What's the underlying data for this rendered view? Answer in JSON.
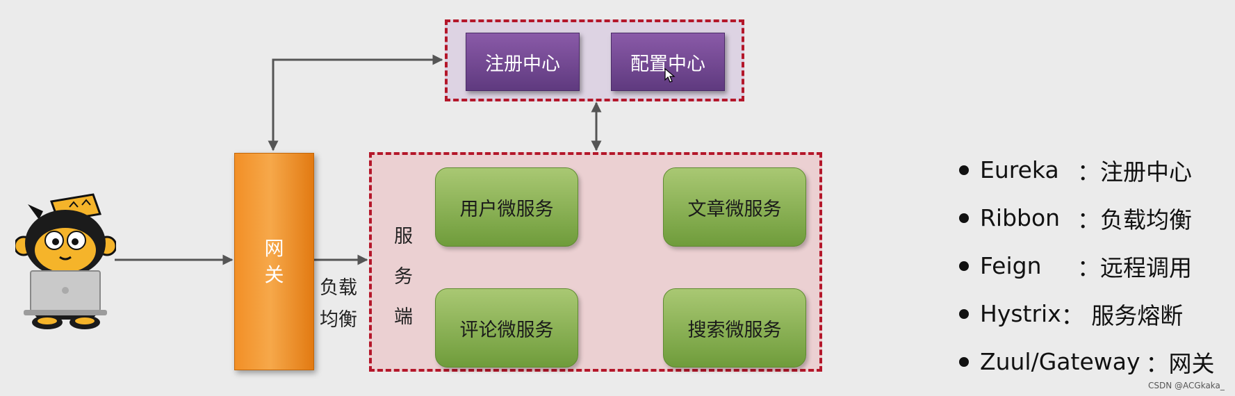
{
  "registry_box": {
    "label": "注册中心"
  },
  "config_box": {
    "label": "配置中心"
  },
  "gateway": {
    "chars": [
      "网",
      "关"
    ]
  },
  "lb_label": {
    "line1": "负载",
    "line2": "均衡"
  },
  "service_side": {
    "chars": [
      "服",
      "务",
      "端"
    ]
  },
  "services": {
    "user": "用户微服务",
    "article": "文章微服务",
    "comment": "评论微服务",
    "search": "搜索微服务"
  },
  "legend": {
    "items": [
      {
        "name": "Eureka",
        "desc": "：注册中心"
      },
      {
        "name": "Ribbon",
        "desc": "：负载均衡"
      },
      {
        "name": "Feign",
        "desc": "：远程调用"
      },
      {
        "name": "Hystrix",
        "desc": "： 服务熔断"
      },
      {
        "name": "Zuul/Gateway",
        "desc": "：网关"
      }
    ]
  },
  "watermark": "CSDN @ACGkaka_",
  "colors": {
    "frame_dash": "#b4172a",
    "purple_box": "#6f4591",
    "green_box": "#8ab350",
    "gateway": "#f29a36"
  }
}
